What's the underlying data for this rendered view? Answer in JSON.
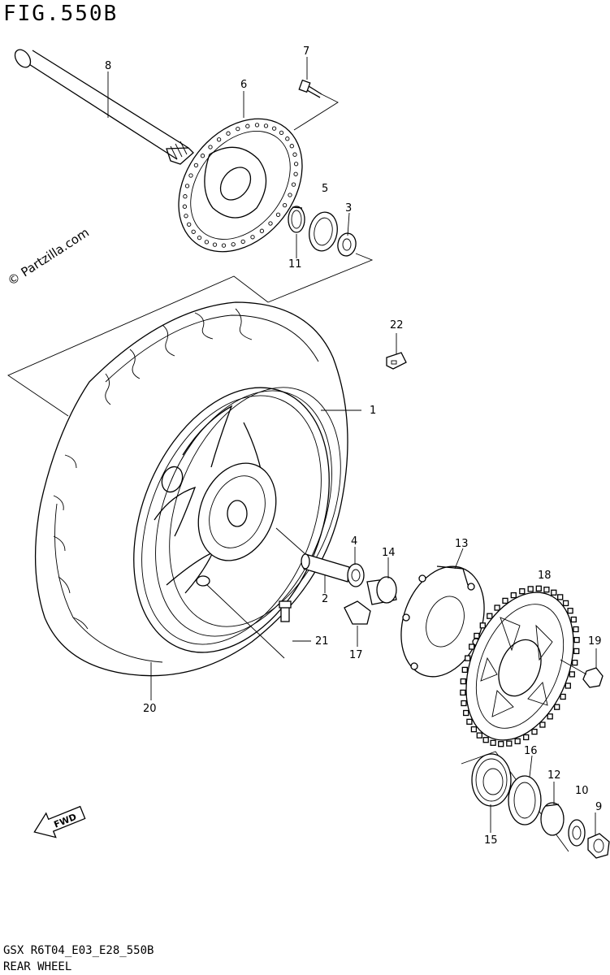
{
  "figure_title": "FIG.550B",
  "watermark": "© Partzilla.com",
  "footer": {
    "code": "GSX R6T04_E03_E28_550B",
    "name": "REAR WHEEL"
  },
  "fwd_label": "FWD",
  "callouts": [
    {
      "id": "c1",
      "label": "1"
    },
    {
      "id": "c2",
      "label": "2"
    },
    {
      "id": "c3",
      "label": "3"
    },
    {
      "id": "c4",
      "label": "4"
    },
    {
      "id": "c5",
      "label": "5"
    },
    {
      "id": "c6",
      "label": "6"
    },
    {
      "id": "c7",
      "label": "7"
    },
    {
      "id": "c8",
      "label": "8"
    },
    {
      "id": "c9",
      "label": "9"
    },
    {
      "id": "c10",
      "label": "10"
    },
    {
      "id": "c11",
      "label": "11"
    },
    {
      "id": "c12",
      "label": "12"
    },
    {
      "id": "c13",
      "label": "13"
    },
    {
      "id": "c14",
      "label": "14"
    },
    {
      "id": "c15",
      "label": "15"
    },
    {
      "id": "c16",
      "label": "16"
    },
    {
      "id": "c17",
      "label": "17"
    },
    {
      "id": "c18",
      "label": "18"
    },
    {
      "id": "c19",
      "label": "19"
    },
    {
      "id": "c20",
      "label": "20"
    },
    {
      "id": "c21",
      "label": "21"
    },
    {
      "id": "c22",
      "label": "22"
    }
  ]
}
